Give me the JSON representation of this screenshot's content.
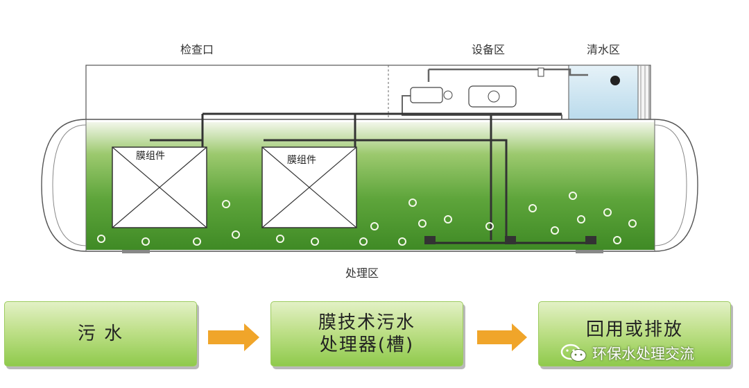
{
  "labels": {
    "inspection_port": "检查口",
    "equipment_zone": "设备区",
    "clean_water_zone": "清水区",
    "treatment_zone": "处理区",
    "membrane_module_1": "膜组件",
    "membrane_module_2": "膜组件"
  },
  "flow": {
    "step1": "污 水",
    "step2_line1": "膜技术污水",
    "step2_line2": "处理器(槽)",
    "step3": "回用或排放"
  },
  "watermark": {
    "icon": "wechat-icon",
    "text": "环保水处理交流"
  },
  "colors": {
    "tank_green_top": "#e9f3dc",
    "tank_green_bottom": "#3c8a26",
    "clean_water": "#d3e9f4",
    "arrow": "#f0a52a",
    "box_green": "#8fca4c"
  }
}
